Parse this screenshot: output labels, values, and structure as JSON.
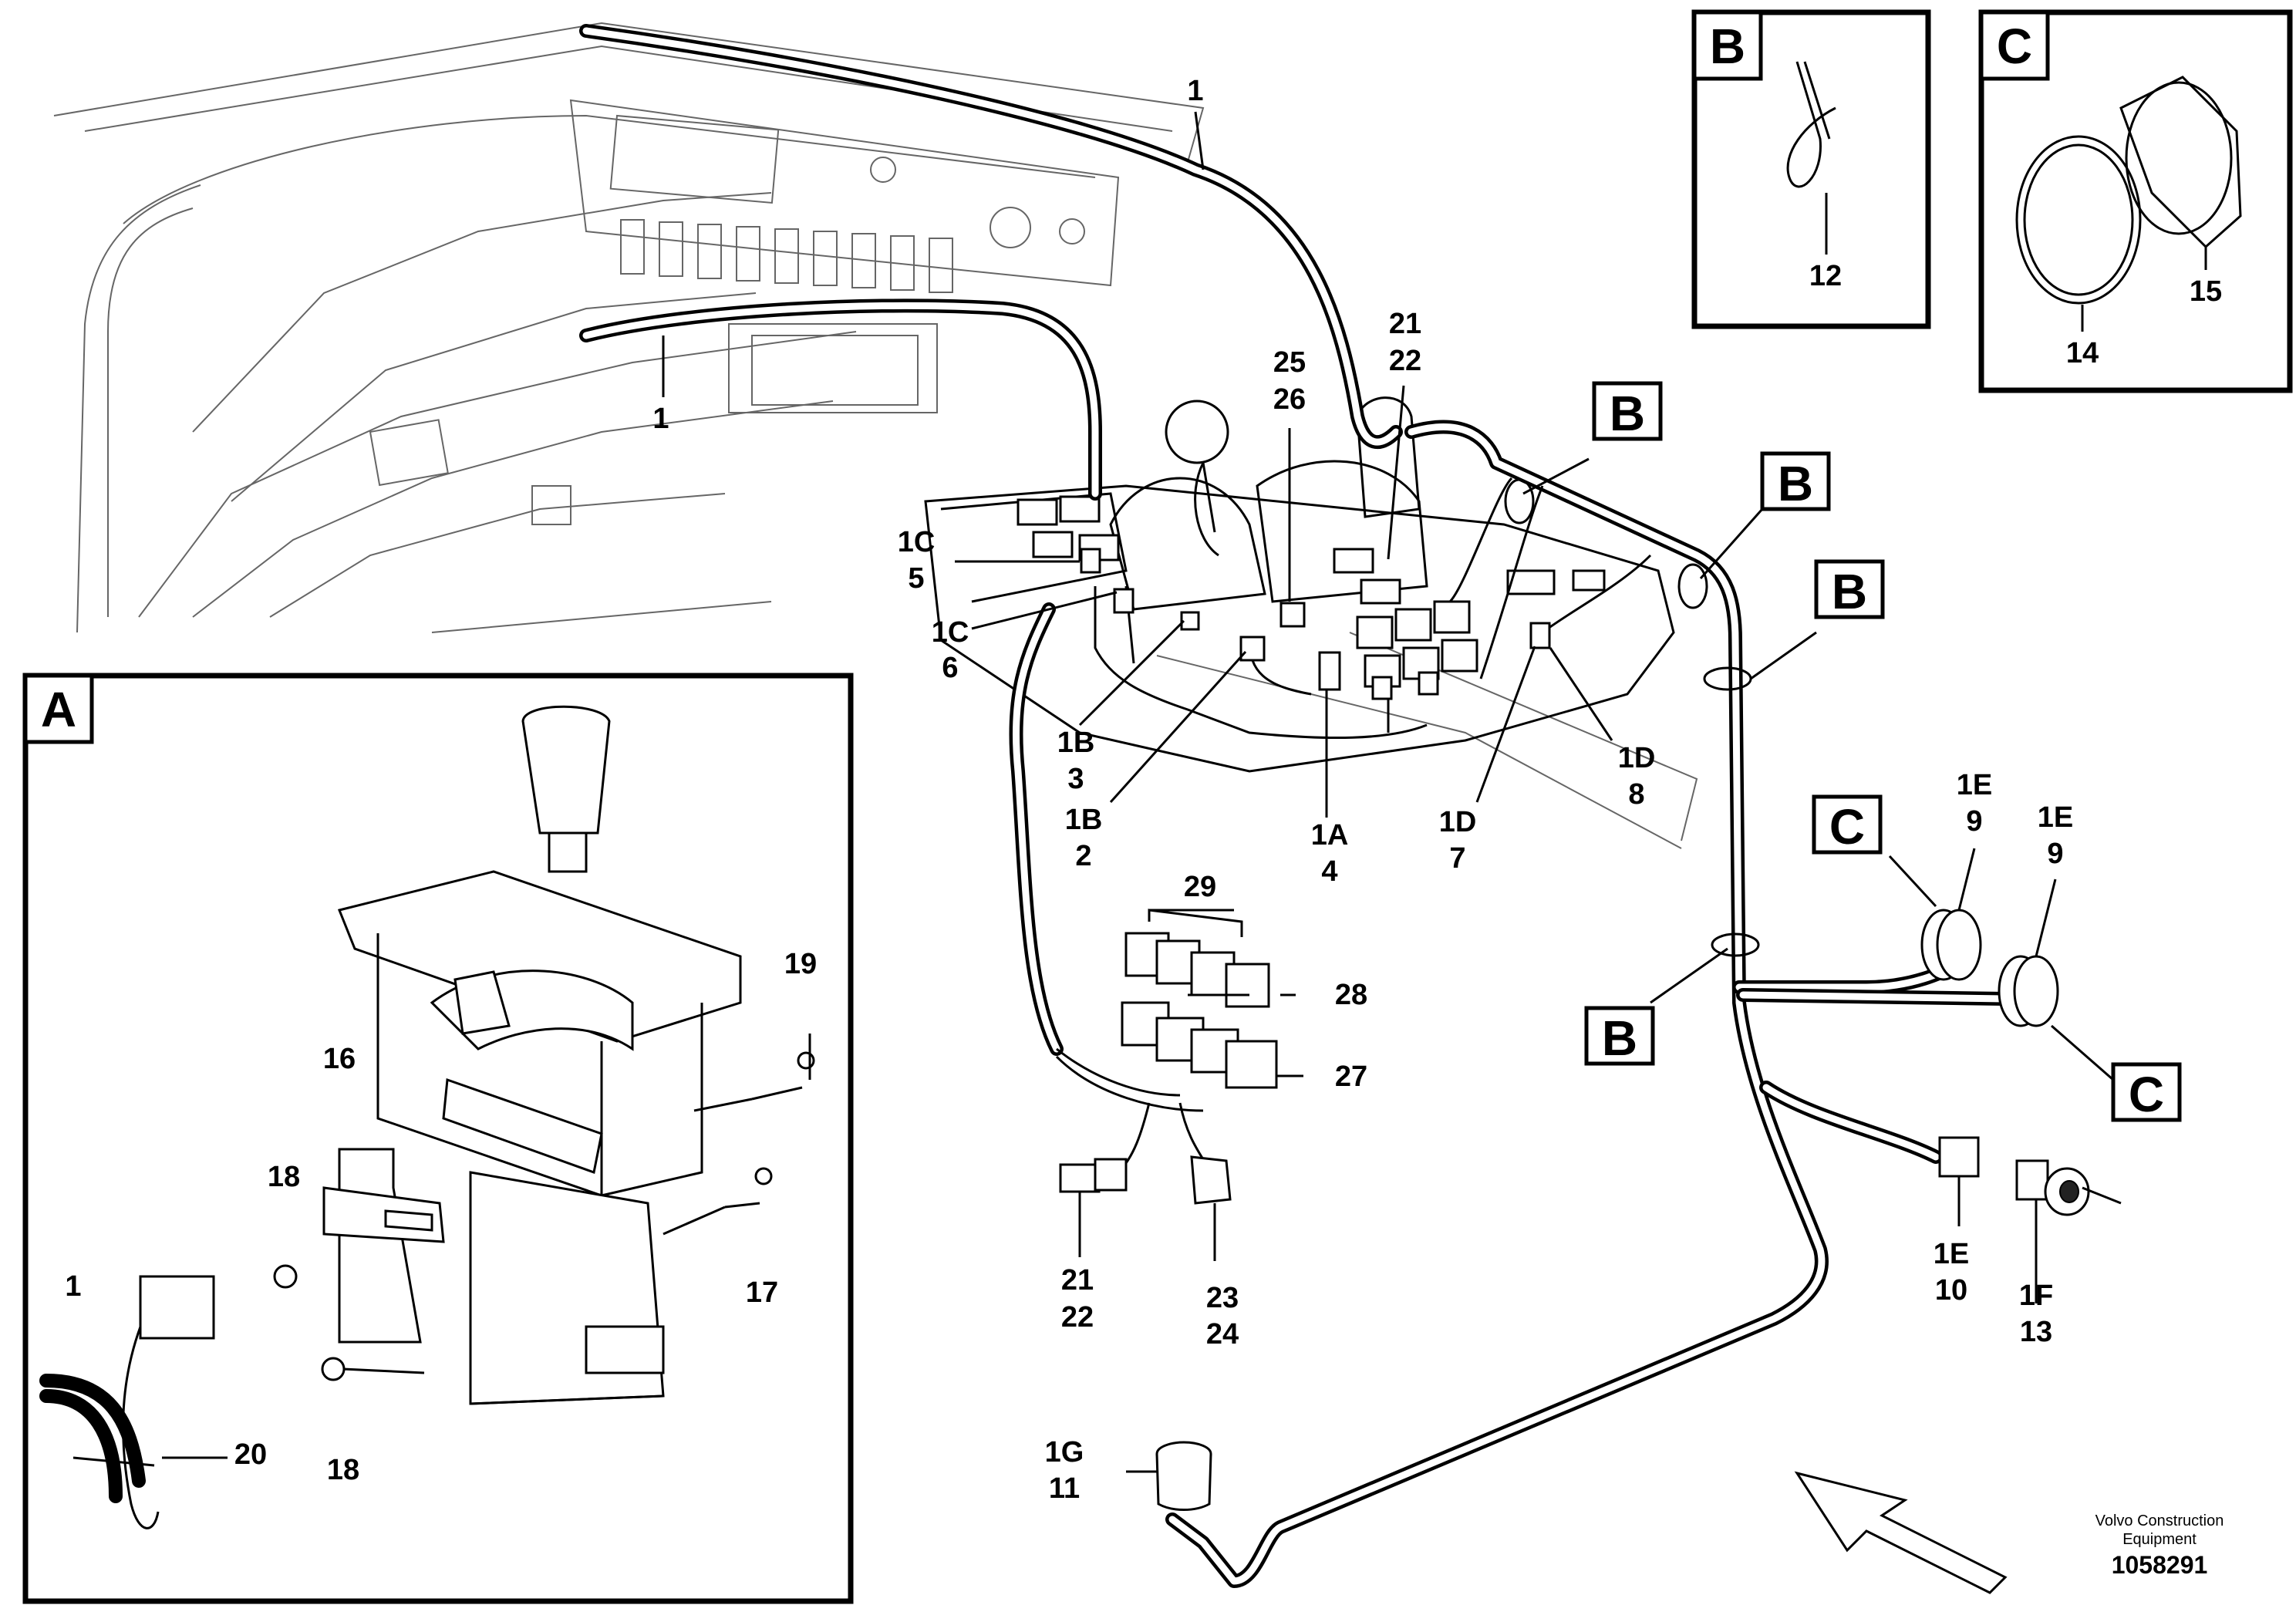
{
  "callouts": {
    "c1_top": "1",
    "c1_left": "1",
    "c1c_5": [
      "1C",
      "5"
    ],
    "c1c_6": [
      "1C",
      "6"
    ],
    "c25_26": [
      "25",
      "26"
    ],
    "c21_22_top": [
      "21",
      "22"
    ],
    "c1b_3": [
      "1B",
      "3"
    ],
    "c1b_2": [
      "1B",
      "2"
    ],
    "c1a_4": [
      "1A",
      "4"
    ],
    "c1d_7": [
      "1D",
      "7"
    ],
    "c1d_8": [
      "1D",
      "8"
    ],
    "c1e_9a": [
      "1E",
      "9"
    ],
    "c1e_9b": [
      "1E",
      "9"
    ],
    "c1e_10": [
      "1E",
      "10"
    ],
    "c1f_13": [
      "1F",
      "13"
    ],
    "c1g_11": [
      "1G",
      "11"
    ],
    "c29": "29",
    "c28": "28",
    "c27": "27",
    "c21_22_bottom": [
      "21",
      "22"
    ],
    "c23_24": [
      "23",
      "24"
    ],
    "c12": "12",
    "c14": "14",
    "c15": "15",
    "a16": "16",
    "a18_top": "18",
    "a18_bottom": "18",
    "a19": "19",
    "a17": "17",
    "a1": "1",
    "a20": "20"
  },
  "detail_tags": {
    "b_tag": "B",
    "c_tag": "C"
  },
  "detail_boxes": {
    "a_title": "A",
    "b_title": "B",
    "c_title": "C"
  },
  "footer": {
    "company_line1": "Volvo Construction",
    "company_line2": "Equipment",
    "doc_number": "1058291"
  }
}
